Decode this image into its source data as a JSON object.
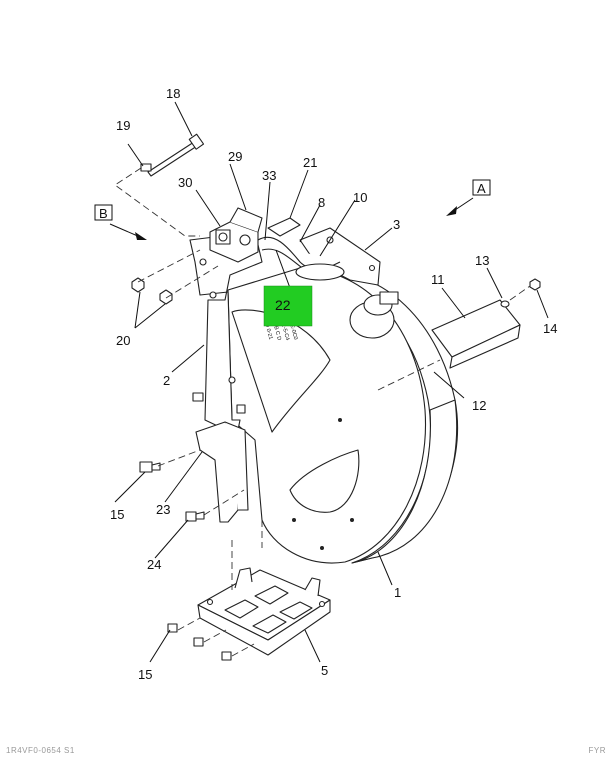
{
  "view_labels": {
    "a": "A",
    "b": "B"
  },
  "highlight": {
    "label": "22",
    "color": "#22cc22"
  },
  "part_marking": {
    "l1": "KCE-0C0",
    "l2": "1-2-5-C4",
    "l3": "A B C D",
    "l4": "D 0-21"
  },
  "callouts": {
    "c1": "1",
    "c2": "2",
    "c3": "3",
    "c5": "5",
    "c8": "8",
    "c10": "10",
    "c11": "11",
    "c12": "12",
    "c13": "13",
    "c14": "14",
    "c15a": "15",
    "c15b": "15",
    "c18": "18",
    "c19": "19",
    "c20": "20",
    "c21": "21",
    "c23": "23",
    "c24": "24",
    "c29": "29",
    "c30": "30",
    "c33": "33"
  },
  "footer": {
    "left": "1R4VF0-0654 S1",
    "right": "FYR"
  }
}
